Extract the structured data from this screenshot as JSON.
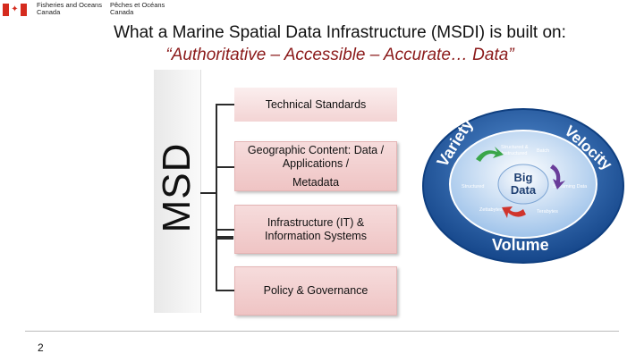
{
  "header": {
    "dept_en_line1": "Fisheries and Oceans",
    "dept_en_line2": "Canada",
    "dept_fr_line1": "Pêches et Océans",
    "dept_fr_line2": "Canada"
  },
  "title": {
    "line1": "What a Marine Spatial Data Infrastructure (MSDI) is built on:",
    "line2": "“Authoritative – Accessible – Accurate… Data”"
  },
  "side_label": "MSD",
  "pillars": [
    {
      "label": "Technical Standards"
    },
    {
      "label_line1": "Geographic Content: Data / Applications /",
      "label_line2": "Metadata"
    },
    {
      "label": "Infrastructure (IT) & Information Systems"
    },
    {
      "label": "Policy & Governance"
    }
  ],
  "big_data_graphic": {
    "center_line1": "Big",
    "center_line2": "Data",
    "ring_variety": "Variety",
    "ring_velocity": "Velocity",
    "ring_volume": "Volume",
    "inner_structured_unstructured_1": "Structured &",
    "inner_structured_unstructured_2": "Unstructured",
    "inner_batch": "Batch",
    "inner_structured": "Structured",
    "inner_streaming": "Streaming Data",
    "inner_zettabytes": "Zettabytes",
    "inner_terabytes": "Terabytes",
    "colors": {
      "ring": "#1f5fa8",
      "ring_light": "#8fb6e0",
      "center": "#e9f1fb",
      "arrow_green": "#3aa64a",
      "arrow_purple": "#6a3d9a",
      "arrow_red": "#d0342c"
    }
  },
  "footer": {
    "page_number": "2"
  }
}
